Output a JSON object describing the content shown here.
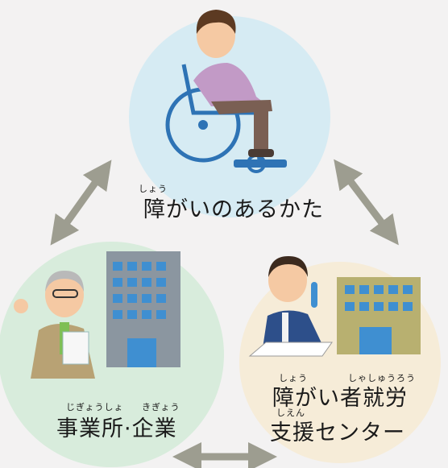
{
  "top": {
    "ruby": "しょう",
    "label": "障がいのあるかた"
  },
  "bottom_left": {
    "ruby_a": "じぎょうしょ",
    "ruby_b": "きぎょう",
    "label": "事業所·企業"
  },
  "bottom_right": {
    "ruby_a": "しょう",
    "ruby_b": "しゃしゅうろう",
    "label_1": "障がい者就労",
    "ruby_c": "しえん",
    "label_2": "支援センター"
  },
  "colors": {
    "top_circle": "#d6ebf3",
    "left_circle": "#d8ecdc",
    "right_circle": "#f6ecd8",
    "arrow": "#9d9d90",
    "building": "#8b96a0",
    "window": "#3f8fd1"
  }
}
